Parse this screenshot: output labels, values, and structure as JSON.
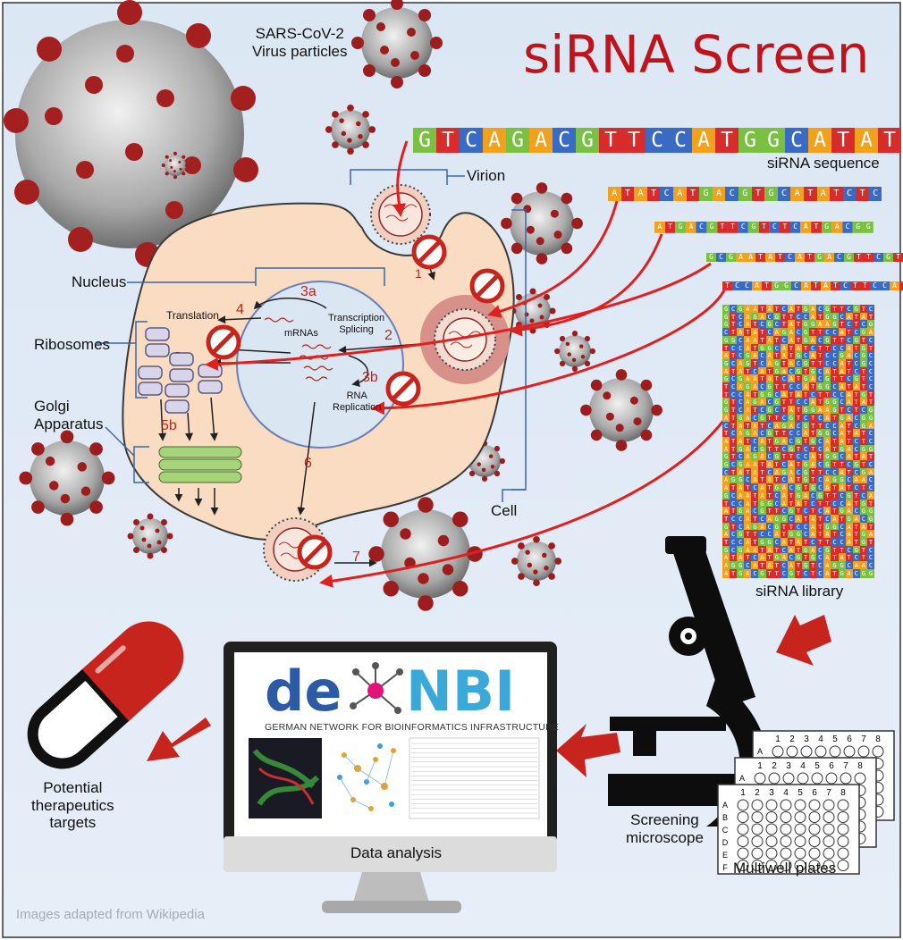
{
  "title": "siRNA Screen",
  "labels": {
    "virus_particles_line1": "SARS-CoV-2",
    "virus_particles_line2": "Virus particles",
    "virion": "Virion",
    "sirna_sequence": "siRNA sequence",
    "nucleus": "Nucleus",
    "ribosomes": "Ribosomes",
    "golgi_line1": "Golgi",
    "golgi_line2": "Apparatus",
    "cell": "Cell",
    "sirna_library": "siRNA library",
    "translation": "Translation",
    "mrnas": "mRNAs",
    "transcription_line1": "Transcription",
    "transcription_line2": "Splicing",
    "rna_line1": "RNA",
    "rna_line2": "Replication",
    "potential_line1": "Potential",
    "potential_line2": "therapeutics",
    "potential_line3": "targets",
    "screening_line1": "Screening",
    "screening_line2": "microscope",
    "multiwell": "Multiwell plates",
    "data_analysis": "Data analysis",
    "credit": "Images adapted from Wikipedia",
    "denbi_de": "de",
    "denbi_nbi": "NBI",
    "denbi_subtitle": "GERMAN NETWORK FOR BIOINFORMATICS INFRASTRUCTURE"
  },
  "steps": {
    "s1": "1",
    "s2": "2",
    "s3a": "3a",
    "s3b": "3b",
    "s4": "4",
    "s5b": "5b",
    "s6": "6",
    "s7": "7"
  },
  "sequences": {
    "main": "GTCAGACGTTCCATGGCATAT",
    "seq2": "ATATCATGACGTGCATATCTC",
    "seq3": "ATGACGTTCGTCTCATGACGG",
    "seq4": "GCGAATATCATGACGTTCGTC",
    "seq5": "TCCATGGCATATCTTCCATGT"
  },
  "library_rows": [
    "GCGAATATCATGACGTTCGTC",
    "GTCAGACGTTCCATGGCATAT",
    "GTCATCGCTATGGAAGTCTCG",
    "CTATATCAGACGTTCCATCGA",
    "GGCAATATCATGACGTTCGTC",
    "TCCATGGCATATCTTCCATGT",
    "ATCGACATATGCATCCGACGC",
    "GCAGTCAGTACGTTCCATCGC",
    "ATATCATGACGTGCATATCTC",
    "GCGAATATCATGACGTTCGTC",
    "TCAGACGTTCCATGGCATATC",
    "TCCATGGCATATCTTCCATGT",
    "GTCAGACGTTCCATGGCATAT",
    "GTCATCGCTATGGAAGTCTCG",
    "ATGACGTTCGTCTCATGACGG",
    "CTATATCAGACGTTCCATCGA",
    "TCAGACGTTCCATGGCATATC",
    "ATATCATGACGTGCATATCTC",
    "ATGACGTTCGTCTCATGACGG",
    "GTCAGACGTTCCATGGCATAT",
    "GCGAATATCATGACGTTCGTC",
    "CTATATCAGACGTTCCATCGA",
    "AGGCATATCATGTCAGGCAAC",
    "ATATCATGACGTGCATATCTC",
    "GCAATATCATGACGTTCGTCA",
    "TCCATGGCATATCTTCCATGT",
    "ATGACGTTCGTCTCATGACGG",
    "TCCATCAGGCATATCATGACG",
    "GTCAGACGTTCCATGGCATAT",
    "ACGTTCCATGGCATATCATGA",
    "TCCATGGCATATCTTCCATGT",
    "GCGAATATCATGACGTTCGTC",
    "ATATCATGACGTGCATATCTC",
    "AGGCATATCATGTCAGGCAAC",
    "ATGACGTTCGTCTCATGACGG"
  ],
  "colors": {
    "A": "#f2a11d",
    "T": "#d72c2c",
    "G": "#7ac143",
    "C": "#3a6bc4",
    "title": "#c0141c",
    "cell_fill": "#f9dcc2",
    "cell_stroke": "#3a3a3a",
    "nucleus_fill": "#dbe6f3",
    "nucleus_stroke": "#6b7fb8",
    "arrow_red": "#e01f1f",
    "step_text": "#b5281d",
    "block": "#c8241e",
    "virus_body": "#c9c9c9",
    "spike": "#9c1d1d",
    "background_top": "#d6e4f3"
  },
  "icons": [
    "virus-icon",
    "stop-sign-icon",
    "microscope-icon",
    "pill-capsule-icon",
    "monitor-icon",
    "multiwell-plate-icon",
    "arrow-icon"
  ],
  "plates": {
    "columns": [
      "1",
      "2",
      "3",
      "4",
      "5",
      "6",
      "7",
      "8"
    ],
    "rows": [
      "A",
      "B",
      "C",
      "D",
      "E",
      "F"
    ]
  }
}
